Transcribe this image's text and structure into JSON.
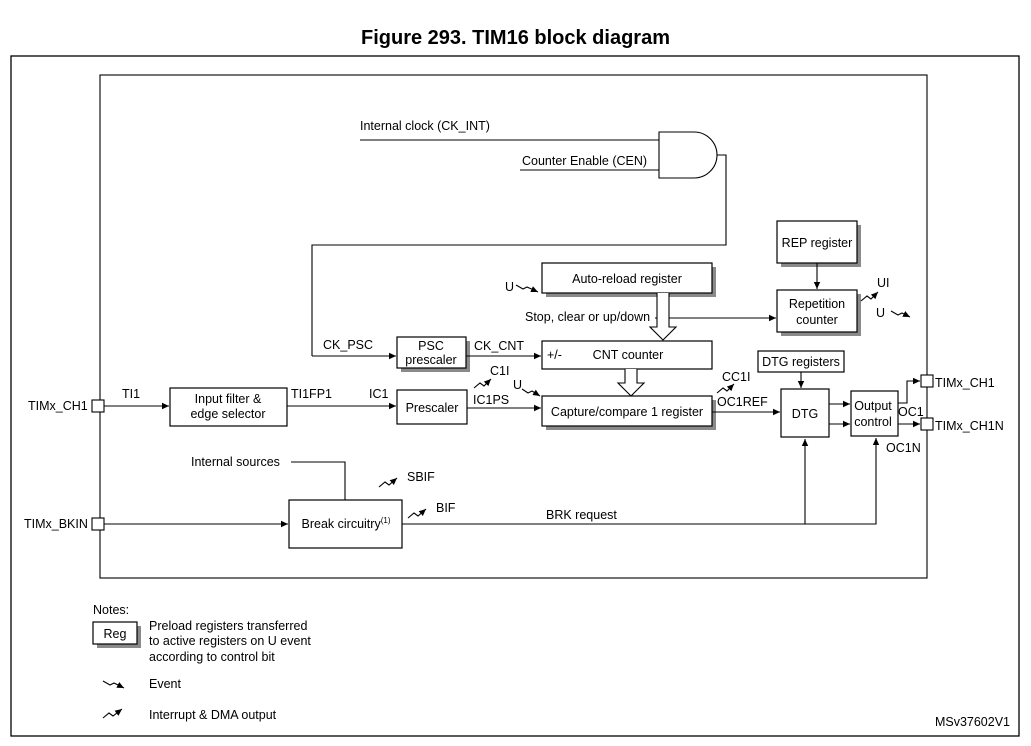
{
  "title": "Figure 293. TIM16 block diagram",
  "labels": {
    "ck_int": "Internal clock (CK_INT)",
    "cen": "Counter Enable (CEN)",
    "rep_register": "REP register",
    "ui": "UI",
    "u_out": "U",
    "auto_reload": "Auto-reload register",
    "u_ar": "U",
    "stop_clear": "Stop, clear or up/down",
    "repetition1": "Repetition",
    "repetition2": "counter",
    "ck_psc": "CK_PSC",
    "psc1": "PSC",
    "psc2": "prescaler",
    "ck_cnt": "CK_CNT",
    "plus_minus": "+/-",
    "cnt_counter": "CNT counter",
    "dtg_registers": "DTG registers",
    "c1i": "C1I",
    "u_cc": "U",
    "cc1i": "CC1I",
    "timx_ch1_in": "TIMx_CH1",
    "ti1": "TI1",
    "input_filter1": "Input filter &",
    "input_filter2": "edge selector",
    "ti1fp1": "TI1FP1",
    "ic1": "IC1",
    "prescaler": "Prescaler",
    "ic1ps": "IC1PS",
    "capture_compare": "Capture/compare 1 register",
    "oc1ref": "OC1REF",
    "dtg": "DTG",
    "output_control1": "Output",
    "output_control2": "control",
    "oc1": "OC1",
    "oc1n": "OC1N",
    "timx_ch1_out": "TIMx_CH1",
    "timx_ch1n": "TIMx_CH1N",
    "internal_sources": "Internal sources",
    "sbif": "SBIF",
    "bif": "BIF",
    "timx_bkin": "TIMx_BKIN",
    "break_circuitry": "Break circuitry",
    "break_note_mark": "(1)",
    "brk_request": "BRK request"
  },
  "notes": {
    "heading": "Notes:",
    "reg": "Reg",
    "preload1": "Preload registers transferred",
    "preload2": "to active registers on U event",
    "preload3": "according to control bit",
    "event": "Event",
    "interrupt": "Interrupt & DMA output"
  },
  "footer": "MSv37602V1"
}
